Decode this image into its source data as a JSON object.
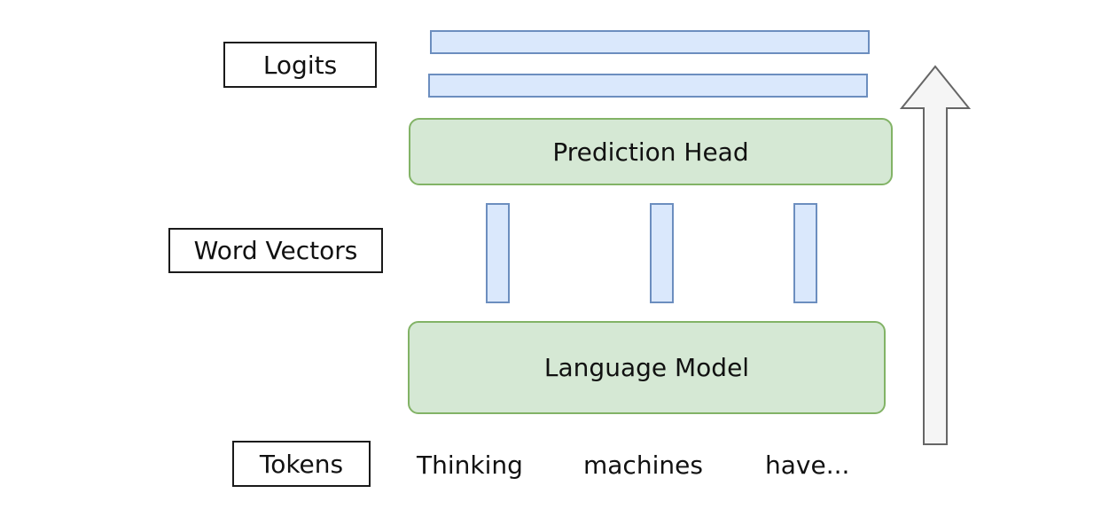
{
  "labels": {
    "logits": "Logits",
    "word_vectors": "Word Vectors",
    "tokens": "Tokens"
  },
  "blocks": {
    "prediction_head": "Prediction Head",
    "language_model": "Language Model"
  },
  "tokens": [
    "Thinking",
    "machines",
    "have..."
  ],
  "colors": {
    "vector_fill": "#dae8fc",
    "vector_stroke": "#6c8ebf",
    "block_fill": "#d5e8d4",
    "block_stroke": "#82b366",
    "arrow_fill": "#f5f5f5",
    "arrow_stroke": "#666666"
  }
}
